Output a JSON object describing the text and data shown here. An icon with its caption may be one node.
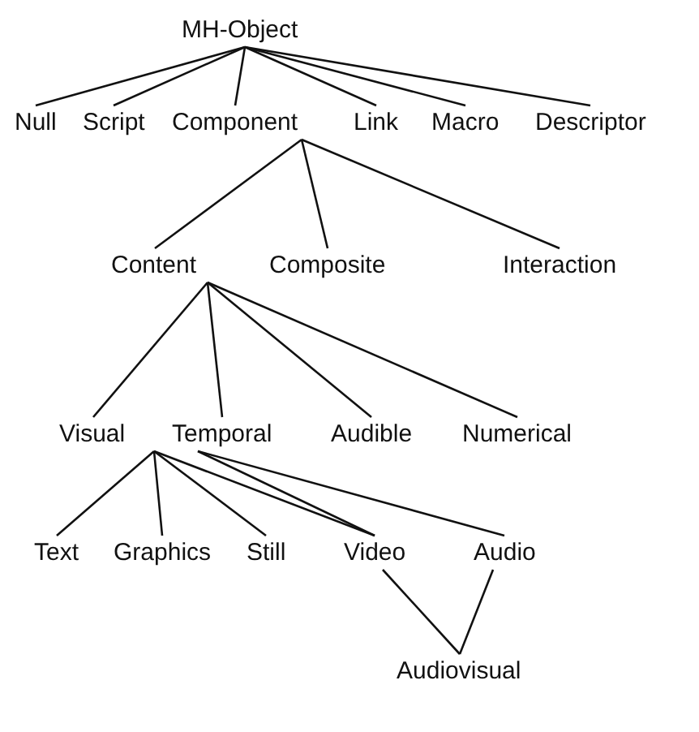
{
  "diagram": {
    "nodes": [
      {
        "text": [
          "MH-Object"
        ]
      },
      {
        "text": [
          "Null"
        ]
      },
      {
        "text": [
          "Script"
        ]
      },
      {
        "text": [
          "Component"
        ]
      },
      {
        "text": [
          "Link"
        ]
      },
      {
        "text": [
          "Macro"
        ]
      },
      {
        "text": [
          "Descriptor"
        ]
      },
      {
        "text": [
          "Content"
        ]
      },
      {
        "text": [
          "Composite"
        ]
      },
      {
        "text": [
          "Interaction"
        ]
      },
      {
        "text": [
          "Visual"
        ]
      },
      {
        "text": [
          "Temporal"
        ]
      },
      {
        "text": [
          "Audible"
        ]
      },
      {
        "text": [
          "Numerical"
        ]
      },
      {
        "text": [
          "Text"
        ]
      },
      {
        "text": [
          "Graphics"
        ]
      },
      {
        "text": [
          "Still"
        ]
      },
      {
        "text": [
          "Video"
        ]
      },
      {
        "text": [
          "Audio"
        ]
      },
      {
        "text": [
          "Audiovisual"
        ]
      }
    ],
    "edges": [
      {
        "from": 0,
        "to": 1,
        "arrow": "none"
      },
      {
        "from": 0,
        "to": 2,
        "arrow": "none"
      },
      {
        "from": 0,
        "to": 3,
        "arrow": "none"
      },
      {
        "from": 0,
        "to": 4,
        "arrow": "none"
      },
      {
        "from": 0,
        "to": 5,
        "arrow": "none"
      },
      {
        "from": 0,
        "to": 6,
        "arrow": "none"
      },
      {
        "from": 3,
        "to": 7,
        "arrow": "none"
      },
      {
        "from": 3,
        "to": 8,
        "arrow": "none"
      },
      {
        "from": 3,
        "to": 9,
        "arrow": "none"
      },
      {
        "from": 7,
        "to": 10,
        "arrow": "none"
      },
      {
        "from": 7,
        "to": 11,
        "arrow": "none"
      },
      {
        "from": 7,
        "to": 12,
        "arrow": "none"
      },
      {
        "from": 7,
        "to": 13,
        "arrow": "none"
      },
      {
        "from": 10,
        "to": 14,
        "arrow": "none"
      },
      {
        "from": 10,
        "to": 15,
        "arrow": "none"
      },
      {
        "from": 10,
        "to": 16,
        "arrow": "none"
      },
      {
        "from": 10,
        "to": 17,
        "arrow": "none"
      },
      {
        "from": 11,
        "to": 17,
        "arrow": "none"
      },
      {
        "from": 11,
        "to": 18,
        "arrow": "none"
      },
      {
        "from": 17,
        "to": 19,
        "arrow": "none"
      },
      {
        "from": 18,
        "to": 19,
        "arrow": "none"
      }
    ]
  }
}
